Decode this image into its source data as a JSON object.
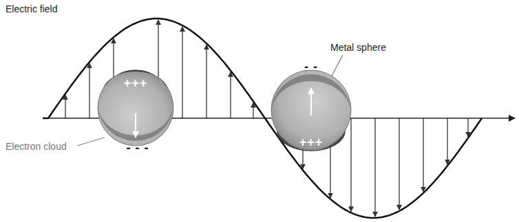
{
  "diagram": {
    "labels": [
      "Electric field",
      "+++",
      "- - -",
      "Metal sphere",
      "- -",
      "+++",
      "Electron cloud"
    ]
  }
}
